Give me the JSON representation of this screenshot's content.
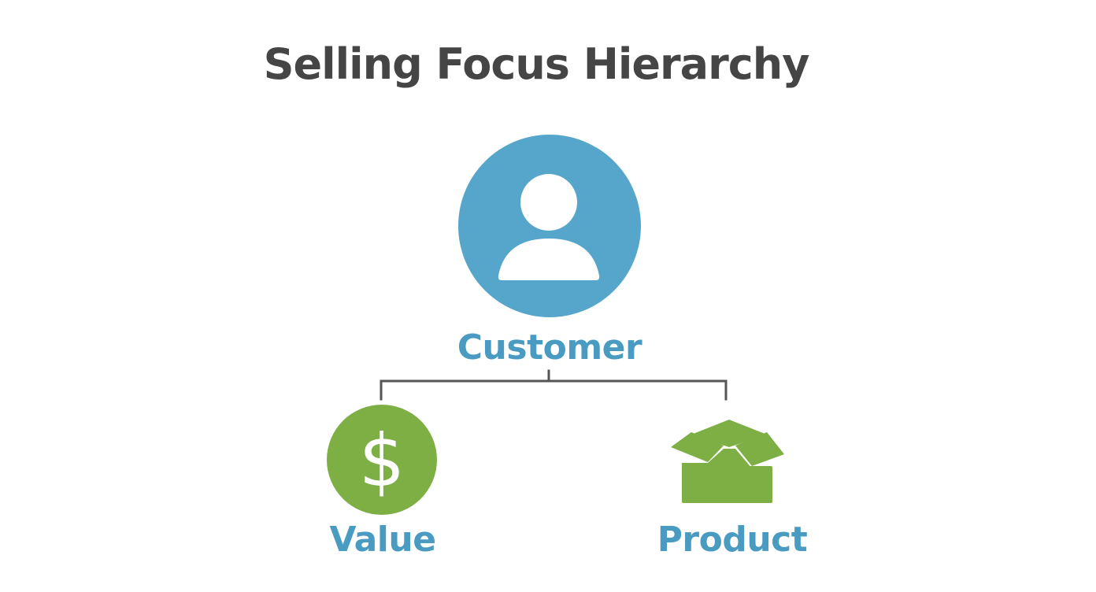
{
  "title": "Selling Focus Hierarchy",
  "colors": {
    "title": "#454545",
    "customer_circle": "#56a6cc",
    "label": "#4a9bc1",
    "value_circle": "#7daf45",
    "product_box": "#7daf45",
    "connector": "#555555"
  },
  "nodes": {
    "customer": {
      "label": "Customer",
      "icon": "user-icon"
    },
    "value": {
      "label": "Value",
      "icon": "dollar-icon",
      "symbol": "$"
    },
    "product": {
      "label": "Product",
      "icon": "box-icon"
    }
  }
}
